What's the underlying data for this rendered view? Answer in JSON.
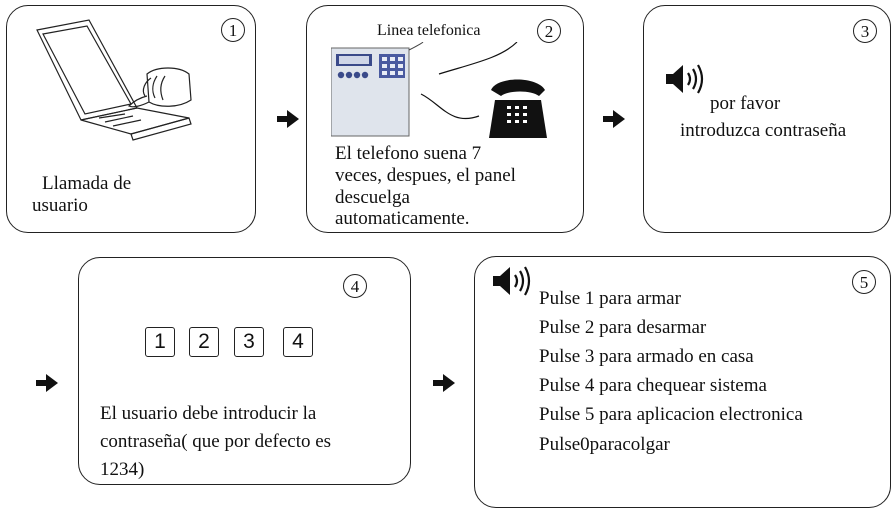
{
  "steps": [
    {
      "number": "1",
      "caption_lines": [
        "Llamada de",
        "usuario"
      ]
    },
    {
      "number": "2",
      "line_label": "Linea telefonica",
      "caption_lines": [
        "El telefono suena 7",
        "veces, despues, el panel",
        "descuelga",
        "automaticamente."
      ]
    },
    {
      "number": "3",
      "prompt_lines": [
        "por favor",
        "introduzca contraseña"
      ]
    },
    {
      "number": "4",
      "keys": [
        "1",
        "2",
        "3",
        "4"
      ],
      "caption_lines": [
        "El usuario debe introducir la",
        "contraseña( que por defecto es",
        "1234)"
      ]
    },
    {
      "number": "5",
      "options": [
        "Pulse 1 para armar",
        "Pulse 2 para desarmar",
        "Pulse 3 para armado en casa",
        "Pulse 4 para chequear sistema",
        "Pulse 5 para aplicacion electronica",
        "Pulse0paracolgar"
      ]
    }
  ]
}
